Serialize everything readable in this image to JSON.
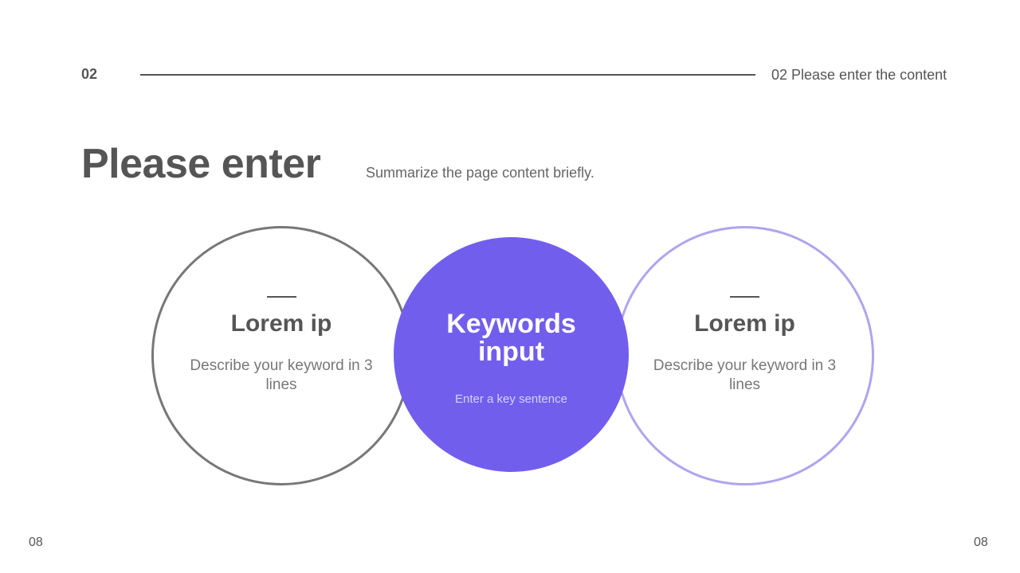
{
  "header": {
    "section_number": "02",
    "section_title": "02 Please enter the content"
  },
  "title": {
    "main": "Please enter",
    "subtitle": "Summarize the page content briefly."
  },
  "circles": {
    "left": {
      "title": "Lorem ip",
      "description": "Describe your keyword in 3 lines"
    },
    "center": {
      "title_line1": "Keywords",
      "title_line2": "input",
      "subtitle": "Enter a key sentence"
    },
    "right": {
      "title": "Lorem ip",
      "description": "Describe your keyword in 3 lines"
    }
  },
  "footer": {
    "page_left": "08",
    "page_right": "08"
  },
  "colors": {
    "accent": "#725eec",
    "accent_light": "#b0a4ef",
    "text": "#555555",
    "outline_gray": "#777777"
  }
}
